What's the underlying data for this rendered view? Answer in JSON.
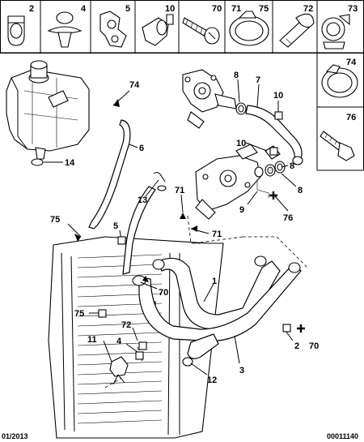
{
  "header_cells": [
    "2",
    "4",
    "5",
    "10",
    "70",
    "71",
    "75",
    "72",
    "73"
  ],
  "side_cells": [
    "74",
    "76"
  ],
  "callouts": {
    "c74a": "74",
    "c8a": "8",
    "c7": "7",
    "c10a": "10",
    "c6": "6",
    "c14": "14",
    "c10b": "10",
    "c8b": "8",
    "c8c": "8",
    "c13": "13",
    "c71a": "71",
    "c9": "9",
    "c76": "76",
    "c75a": "75",
    "c5": "5",
    "c71b": "71",
    "c70a": "70",
    "c1": "1",
    "c75b": "75",
    "c72": "72",
    "c11": "11",
    "c4": "4",
    "c2": "2",
    "c70b": "70",
    "c3": "3",
    "c12": "12"
  },
  "footer": {
    "date": "01/2013",
    "ref": "00011140"
  }
}
